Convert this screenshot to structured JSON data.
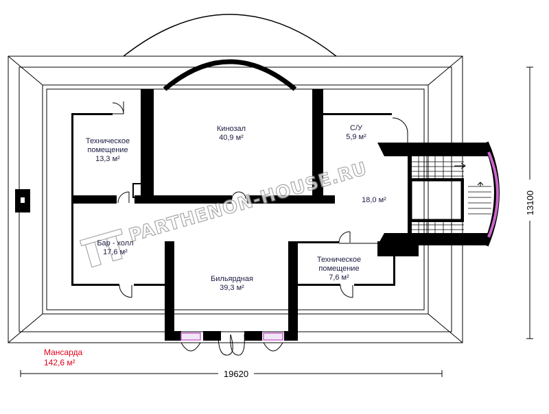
{
  "plan": {
    "title": "Мансарда",
    "total_area": "142,6 м²",
    "dimensions": {
      "width": "19620",
      "height": "13100"
    },
    "watermark": "PARTHENON-HOUSE.RU",
    "colors": {
      "walls": "#000000",
      "text": "#1a1a40",
      "title": "#e0001a",
      "window": "#cc66cc"
    },
    "rooms": [
      {
        "id": "tech1",
        "name1": "Техническое",
        "name2": "помещение",
        "area": "13,3 м²"
      },
      {
        "id": "cinema",
        "name1": "Кинозал",
        "area": "40,9 м²"
      },
      {
        "id": "wc",
        "name1": "С/У",
        "area": "5,9 м²"
      },
      {
        "id": "hall",
        "area": "18,0 м²"
      },
      {
        "id": "bar",
        "name1": "Бар - холл",
        "area": "17,6 м²"
      },
      {
        "id": "billiard",
        "name1": "Бильярдная",
        "area": "39,3 м²"
      },
      {
        "id": "tech2",
        "name1": "Техническое",
        "name2": "помещение",
        "area": "7,6 м²"
      }
    ]
  }
}
